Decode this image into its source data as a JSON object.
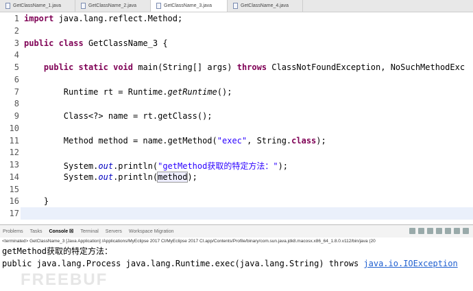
{
  "tabs": [
    {
      "label": "GetClassName_1.java"
    },
    {
      "label": "GetClassName_2.java"
    },
    {
      "label": "GetClassName_3.java",
      "active": true
    },
    {
      "label": "GetClassName_4.java"
    }
  ],
  "code_lines": [
    [
      {
        "t": "import",
        "c": "kw"
      },
      {
        "t": " java.lang.reflect.Method;"
      }
    ],
    [],
    [
      {
        "t": "public",
        "c": "kw"
      },
      {
        "t": " "
      },
      {
        "t": "class",
        "c": "kw"
      },
      {
        "t": " GetClassName_3 {"
      }
    ],
    [],
    [
      {
        "t": "    "
      },
      {
        "t": "public",
        "c": "kw"
      },
      {
        "t": " "
      },
      {
        "t": "static",
        "c": "kw"
      },
      {
        "t": " "
      },
      {
        "t": "void",
        "c": "kw"
      },
      {
        "t": " main(String[] args) "
      },
      {
        "t": "throws",
        "c": "kw"
      },
      {
        "t": " ClassNotFoundException, NoSuchMethodExc"
      }
    ],
    [],
    [
      {
        "t": "        Runtime rt = Runtime."
      },
      {
        "t": "getRuntime",
        "c": "it"
      },
      {
        "t": "();"
      }
    ],
    [],
    [
      {
        "t": "        Class<?> name = rt.getClass();"
      }
    ],
    [],
    [
      {
        "t": "        Method method = name.getMethod("
      },
      {
        "t": "\"exec\"",
        "c": "str"
      },
      {
        "t": ", String."
      },
      {
        "t": "class",
        "c": "kw"
      },
      {
        "t": ");"
      }
    ],
    [],
    [
      {
        "t": "        System."
      },
      {
        "t": "out",
        "c": "fld"
      },
      {
        "t": ".println("
      },
      {
        "t": "\"getMethod获取的特定方法：\"",
        "c": "str"
      },
      {
        "t": ");"
      }
    ],
    [
      {
        "t": "        System."
      },
      {
        "t": "out",
        "c": "fld"
      },
      {
        "t": ".println("
      },
      {
        "t": "method",
        "c": "box"
      },
      {
        "t": ");"
      }
    ],
    [],
    [
      {
        "t": "    }"
      }
    ],
    []
  ],
  "console_tabs": [
    {
      "label": "Problems"
    },
    {
      "label": "Tasks"
    },
    {
      "label": "Console ☒",
      "active": true
    },
    {
      "label": "Terminal"
    },
    {
      "label": "Servers"
    },
    {
      "label": "Workspace Migration"
    }
  ],
  "terminated": "<terminated> GetClassName_3 [Java Application] /Applications/MyEclipse 2017 CI/MyEclipse 2017 CI.app/Contents/Profile/binary/com.sun.java.jdk8.macosx.x86_64_1.8.0.v112/bin/java (20",
  "output": {
    "line1": "getMethod获取的特定方法：",
    "line2": "public java.lang.Process java.lang.Runtime.exec(java.lang.String) throws ",
    "link": "java.io.IOException"
  },
  "watermark": "FREEBUF"
}
